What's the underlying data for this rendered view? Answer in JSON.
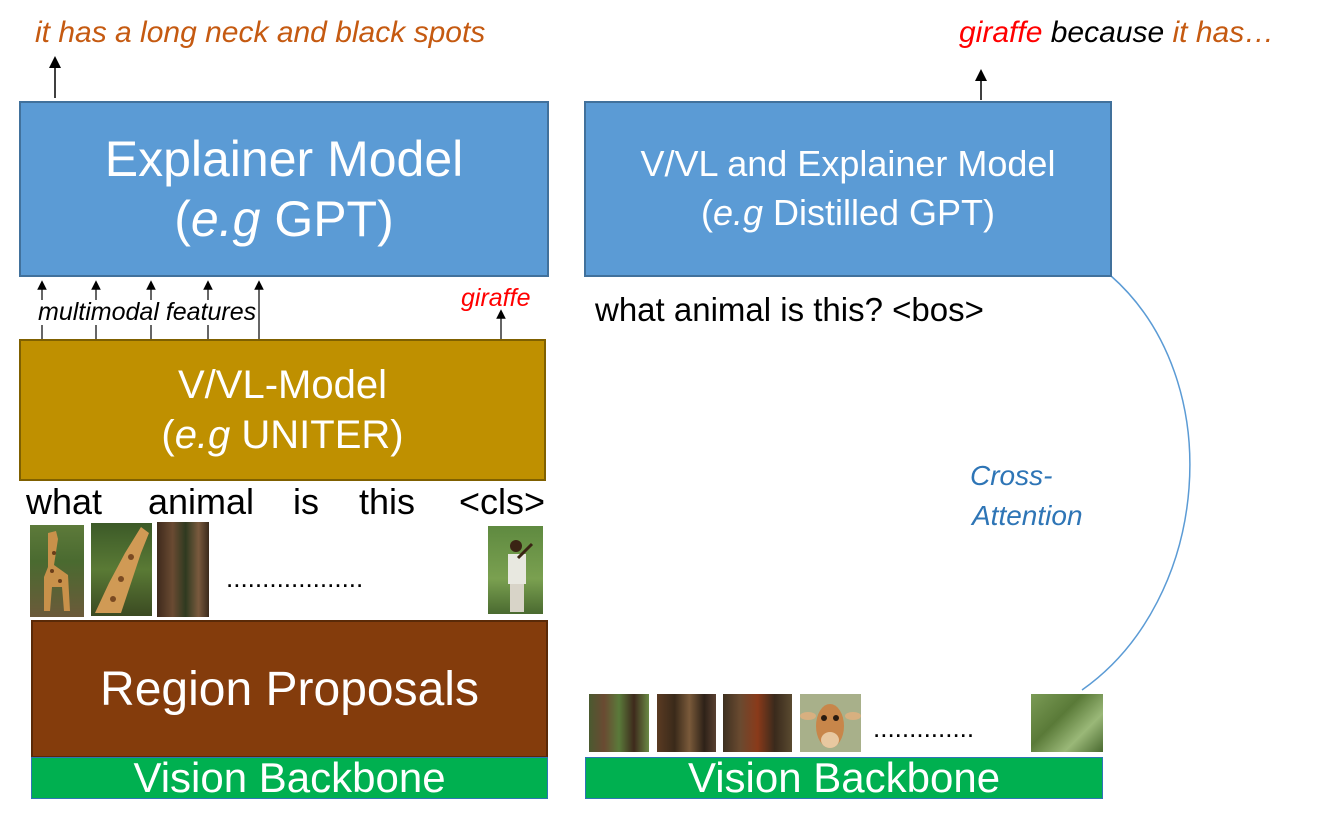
{
  "left": {
    "output_text": "it has a long neck and black spots",
    "explainer": {
      "line1": "Explainer Model",
      "line2_italic": "e.g",
      "line2_rest": " GPT)",
      "line2_open": "("
    },
    "features_label": "multimodal features",
    "giraffe_label": "giraffe",
    "vvl": {
      "line1": "V/VL-Model",
      "line2_open": "(",
      "line2_italic": "e.g",
      "line2_rest": " UNITER)"
    },
    "tokens": [
      "what",
      "animal",
      "is",
      "this",
      "<cls>"
    ],
    "dots": "...................",
    "region_proposals": "Region Proposals",
    "backbone": "Vision Backbone"
  },
  "right": {
    "output_giraffe": "giraffe",
    "output_because": " because ",
    "output_ithas": "it has…",
    "model": {
      "line1": "V/VL and Explainer Model",
      "line2_open": "(",
      "line2_italic": "e.g",
      "line2_rest": " Distilled GPT)"
    },
    "question": "what animal is this? <bos>",
    "cross_attention_1": "Cross-",
    "cross_attention_2": "Attention",
    "dots": "..............",
    "backbone": "Vision Backbone"
  },
  "colors": {
    "explainer_blue": "#5b9bd5",
    "vvl_gold": "#bf9000",
    "region_brown": "#843c0c",
    "backbone_green": "#00b050",
    "orange_text": "#c55a11",
    "red_text": "#ff0000",
    "cross_attention_text": "#2e75b6"
  }
}
